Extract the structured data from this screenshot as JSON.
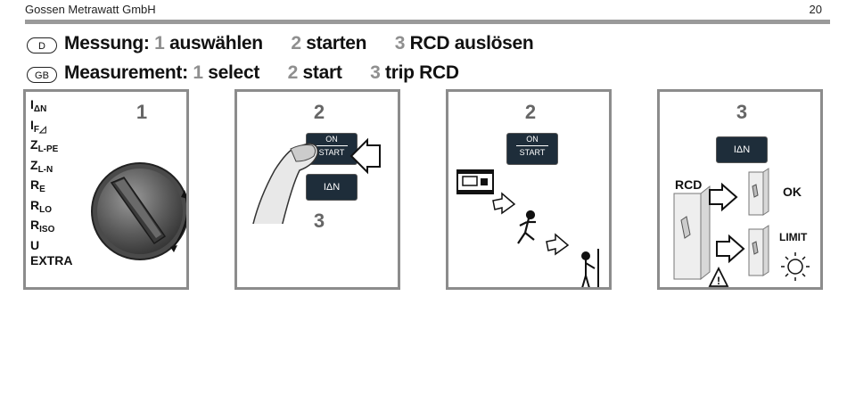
{
  "header": {
    "company": "Gossen Metrawatt GmbH",
    "page_number": "20"
  },
  "title_de": {
    "badge": "D",
    "label": "Messung:",
    "steps": [
      {
        "num": "1",
        "text": "auswählen"
      },
      {
        "num": "2",
        "text": "starten"
      },
      {
        "num": "3",
        "text": "RCD auslösen"
      }
    ]
  },
  "title_gb": {
    "badge": "GB",
    "label": "Measurement:",
    "steps": [
      {
        "num": "1",
        "text": "select"
      },
      {
        "num": "2",
        "text": "start"
      },
      {
        "num": "3",
        "text": "trip RCD"
      }
    ]
  },
  "panel1": {
    "step": "1",
    "functions": [
      {
        "main": "I",
        "sub": "ΔN"
      },
      {
        "main": "I",
        "sub": "F◿"
      },
      {
        "main": "Z",
        "sub": "L-PE"
      },
      {
        "main": "Z",
        "sub": "L-N"
      },
      {
        "main": "R",
        "sub": "E"
      },
      {
        "main": "R",
        "sub": "LO"
      },
      {
        "main": "R",
        "sub": "ISO"
      },
      {
        "main": "U",
        "sub": ""
      },
      {
        "main": "EXTRA",
        "sub": ""
      }
    ]
  },
  "panel2": {
    "step_top": "2",
    "step_bottom": "3",
    "on_label": "ON",
    "start_label": "START",
    "idn_label": "IΔN"
  },
  "panel3": {
    "step": "2",
    "on_label": "ON",
    "start_label": "START"
  },
  "panel4": {
    "step": "3",
    "idn_label": "IΔN",
    "rcd_label": "RCD",
    "ok_label": "OK",
    "limit_label": "LIMIT",
    "warning_symbol": "!"
  },
  "colors": {
    "rule": "#9a9a9a",
    "panel_border": "#8c8c8c",
    "button_bg": "#1e2d3a",
    "step_gray": "#8f8f8f"
  }
}
